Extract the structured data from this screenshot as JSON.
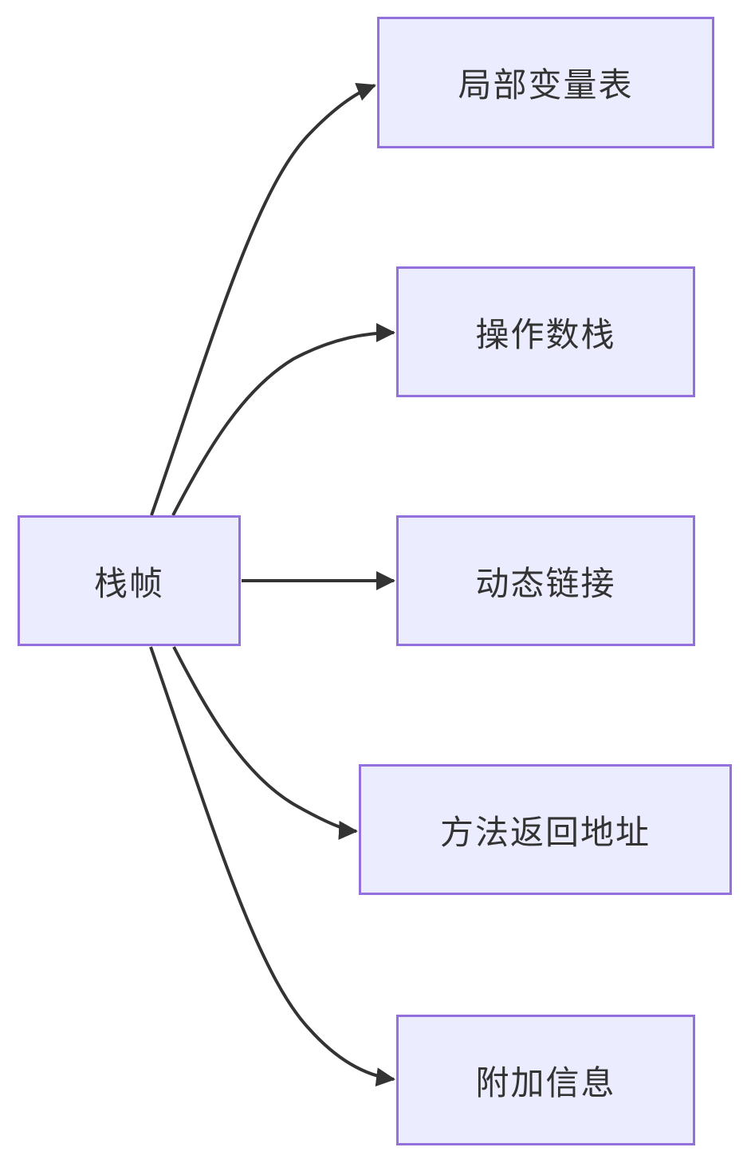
{
  "diagram": {
    "type": "flowchart-LR",
    "root": {
      "id": "stack-frame",
      "label": "栈帧"
    },
    "children": [
      {
        "id": "local-variable-table",
        "label": "局部变量表"
      },
      {
        "id": "operand-stack",
        "label": "操作数栈"
      },
      {
        "id": "dynamic-linking",
        "label": "动态链接"
      },
      {
        "id": "method-return-address",
        "label": "方法返回地址"
      },
      {
        "id": "additional-info",
        "label": "附加信息"
      }
    ],
    "connections": [
      {
        "from": "栈帧",
        "to": "局部变量表",
        "arrow": "solid-triangle"
      },
      {
        "from": "栈帧",
        "to": "操作数栈",
        "arrow": "solid-triangle"
      },
      {
        "from": "栈帧",
        "to": "动态链接",
        "arrow": "solid-triangle"
      },
      {
        "from": "栈帧",
        "to": "方法返回地址",
        "arrow": "solid-triangle"
      },
      {
        "from": "栈帧",
        "to": "附加信息",
        "arrow": "solid-triangle"
      }
    ],
    "colors": {
      "node_fill": "#ECECFF",
      "node_border": "#9370DB",
      "edge": "#333333",
      "text": "#333333",
      "background": "#ffffff"
    }
  }
}
